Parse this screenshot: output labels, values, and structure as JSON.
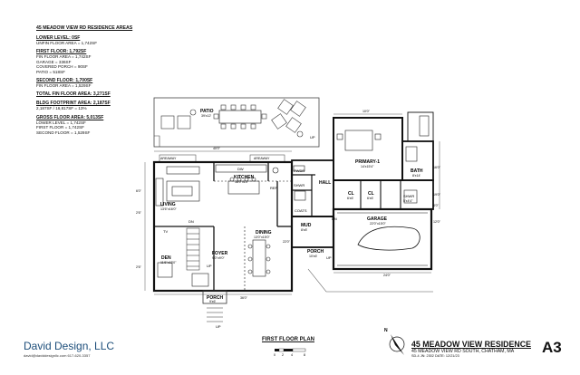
{
  "areas": {
    "title": "45 MEADOW VIEW RD RESIDENCE AREAS",
    "groups": [
      {
        "heading": "LOWER LEVEL: 0SF",
        "lines": [
          "UNFIN FLOOR AREA = 1,742SF"
        ]
      },
      {
        "heading": "FIRST FLOOR: 1,792SF",
        "lines": [
          "FIN FLOOR AREA = 1,742SF",
          "GARAGE = 336SF",
          "COVERED PORCH = 90SF",
          "PATIO = 518SF"
        ]
      },
      {
        "heading": "SECOND FLOOR: 1,700SF",
        "lines": [
          "FIN FLOOR AREA = 1,529SF"
        ]
      },
      {
        "heading": "TOTAL FIN FLOOR AREA: 3,271SF",
        "lines": []
      },
      {
        "heading": "BLDG FOOTPRINT AREA: 2,187SF",
        "lines": [
          "2,187SF / 16,817SF = 13%"
        ]
      },
      {
        "heading": "GROSS FLOOR AREA: 5,013SF",
        "lines": [
          "LOWER LEVEL = 1,742SF",
          "FIRST FLOOR = 1,742SF",
          "SECOND FLOOR = 1,529SF"
        ]
      }
    ]
  },
  "rooms": {
    "patio": {
      "name": "PATIO",
      "dim": "39'x12'"
    },
    "areaway_left": {
      "name": "AREAWAY"
    },
    "areaway_right": {
      "name": "AREAWAY"
    },
    "kitchen": {
      "name": "KITCHEN",
      "dim": "18'0\"x14'"
    },
    "living": {
      "name": "LIVING",
      "dim": "13'6\"x16'0\""
    },
    "dining": {
      "name": "DINING",
      "dim": "13'0\"x15'0\""
    },
    "den": {
      "name": "DEN",
      "dim": "11'6\"x12'0\""
    },
    "foyer": {
      "name": "FOYER",
      "dim": "9'0\"x9'0\""
    },
    "porch_front": {
      "name": "PORCH",
      "dim": "9'x6'"
    },
    "porch_side": {
      "name": "PORCH",
      "dim": "10'x6'"
    },
    "mud": {
      "name": "MUD",
      "dim": "8'x8'"
    },
    "hall": {
      "name": "HALL"
    },
    "primary": {
      "name": "PRIMARY-1",
      "dim": "14'x15'4\""
    },
    "bath": {
      "name": "BATH",
      "dim": "8'x14'"
    },
    "cl1": {
      "name": "CL",
      "dim": "6'x6'"
    },
    "cl2": {
      "name": "CL",
      "dim": "6'x6'"
    },
    "garage": {
      "name": "GARAGE",
      "dim": "22'0\"x15'0\""
    },
    "pwdr": {
      "name": "PWDR"
    },
    "shwr_left": {
      "name": "SHWR"
    },
    "shwr_right": {
      "name": "SHWR",
      "dim": "5'x4'4\""
    },
    "coats": {
      "name": "COATS"
    },
    "tv": {
      "name": "TV"
    },
    "dw": {
      "name": "DW"
    },
    "ref": {
      "name": "REF"
    }
  },
  "dims": {
    "d40": "40'0\"",
    "d10": "10'0\"",
    "d36": "36'0\"",
    "d24": "24'0\"",
    "d6": "6'0\"",
    "d2a": "2'6\"",
    "d2b": "2'6\"",
    "d22": "22'0\"",
    "d16": "16'0\"",
    "d19": "19'0\"",
    "d4": "4'0\"",
    "d12": "12'0\""
  },
  "markers": {
    "up_patio": "UP",
    "up_foyer": "UP",
    "up_porch": "UP",
    "dn": "DN",
    "up_mud": "UP",
    "dn_stair": "DN"
  },
  "plan_label": "FIRST FLOOR PLAN",
  "scale_marks": [
    "0",
    "2",
    "4",
    "8"
  ],
  "north": "N",
  "logo": {
    "brand": "David Design, LLC",
    "contact": "david@daviddesignllc.com  617-620-3357"
  },
  "title_block": {
    "project": "45 MEADOW VIEW RESIDENCE",
    "address": "45 MEADOW VIEW RD SOUTH, CHATHAM, MA",
    "meta": "SD-4  JN: 2302   DATE: 12/21/23",
    "sheet": "A3"
  }
}
